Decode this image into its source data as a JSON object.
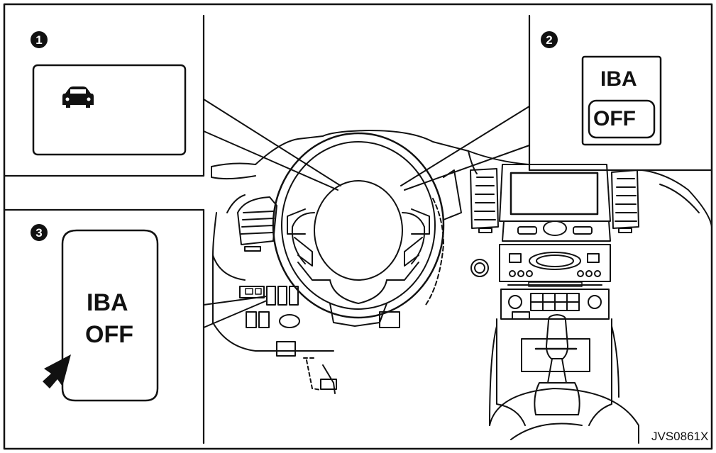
{
  "callouts": {
    "one": "1",
    "two": "2",
    "three": "3"
  },
  "panel2": {
    "line1": "IBA",
    "line2": "OFF"
  },
  "panel3": {
    "line1": "IBA",
    "line2": "OFF"
  },
  "figure_code": "JVS0861X",
  "icons": {
    "panel1": "vehicle-ahead-icon",
    "panel3": "pointer-arrow-icon"
  }
}
